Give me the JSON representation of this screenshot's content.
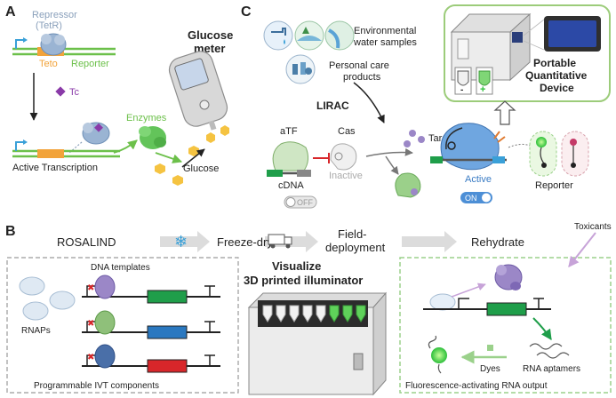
{
  "panel_a": {
    "letter": "A",
    "repressor_line1": "Repressor",
    "repressor_line2": "(TetR)",
    "teto": "Teto",
    "reporter": "Reporter",
    "tc": "Tc",
    "enzymes": "Enzymes",
    "glucose": "Glucose",
    "meter_line1": "Glucose",
    "meter_line2": "meter",
    "active_transcription": "Active Transcription"
  },
  "panel_c": {
    "letter": "C",
    "env_line1": "Environmental",
    "env_line2": "water samples",
    "care_line1": "Personal care",
    "care_line2": "products",
    "lirac": "LIRAC",
    "atf": "aTF",
    "cas": "Cas",
    "target": "Target",
    "cdna": "cDNA",
    "inactive": "Inactive",
    "active": "Active",
    "off": "OFF",
    "on": "ON",
    "reporter": "Reporter",
    "device_line1": "Portable",
    "device_line2": "Quantitative",
    "device_line3": "Device",
    "tube_minus": "-",
    "tube_plus": "+"
  },
  "panel_b": {
    "letter": "B",
    "rosalind": "ROSALIND",
    "freeze_dry": "Freeze-dry",
    "field_line1": "Field-",
    "field_line2": "deployment",
    "rehydrate": "Rehydrate",
    "toxicants": "Toxicants",
    "dna_templates": "DNA templates",
    "rnaps": "RNAPs",
    "programmable": "Programmable  IVT components",
    "visualize_line1": "Visualize",
    "visualize_line2": "3D printed illuminator",
    "dyes": "Dyes",
    "rna_aptamers": "RNA aptamers",
    "fluor_output": "Fluorescence-activating  RNA output"
  },
  "colors": {
    "dna_green": "#6cc04a",
    "teto_orange": "#f2a33a",
    "promoter_blue": "#3aa0d8",
    "repressor_blue": "#7fa6c9",
    "tc_purple": "#8a3aa8",
    "enzyme_green": "#63c45a",
    "glucose_yellow": "#f5c341",
    "device_frame": "#9ccc7a",
    "active_blue": "#4d8fd6",
    "template_green": "#1f9e4a",
    "template_blue": "#2a78c0",
    "template_red": "#d8262a",
    "arrow_gray": "#c8c8c8",
    "dashed_gray": "#9a9a9a",
    "dashed_green": "#9bd18b",
    "cut_red": "#d8262a"
  }
}
